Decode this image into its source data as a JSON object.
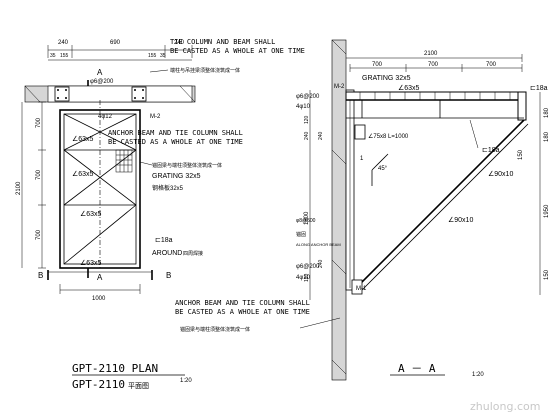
{
  "plan": {
    "top_dims": [
      "240",
      "690",
      "240",
      "35",
      "155",
      "155",
      "35"
    ],
    "section_A_top": "A",
    "tie_note_line1": "TIE COLUMN AND BEAM SHALL",
    "tie_note_line2": "BE CASTED AS A WHOLE AT ONE TIME",
    "cn_tie_note": "端柱与吊挂梁须整体浇筑成一体",
    "rebar_stirrup": "φ6@200",
    "rebar_main": "4φ12",
    "M2": "M-2",
    "left_dims": [
      "700",
      "700",
      "2100",
      "700"
    ],
    "angle_labels": [
      "∠63x5",
      "∠63x5",
      "∠63x5",
      "∠63x5"
    ],
    "anchor_note_line1": "ANCHOR BEAM AND TIE COLUMN SHALL",
    "anchor_note_line2": "BE CASTED AS A WHOLE AT ONE TIME",
    "cn_anchor_note": "锚固梁与端柱须整体浇筑成一体",
    "grating_label": "GRATING  32x5",
    "grating_cn": "钢格板32x5",
    "channel": "⊏18a",
    "around": "AROUND",
    "around_cn": "四周焊接",
    "section_B": "B",
    "bottom_dim": "1000",
    "section_A_bottom": "A",
    "title": "GPT-2110 PLAN",
    "subtitle": "GPT-2110",
    "subtitle_cn": "平面图",
    "scale": "1:20"
  },
  "section": {
    "top_dim": "2100",
    "sub_dims": [
      "700",
      "700",
      "700"
    ],
    "grating": "GRATING 32x5",
    "angle_top": "∠63x5",
    "channel_top": "⊏18a",
    "M2": "M-2",
    "right_dims": [
      "180",
      "180"
    ],
    "stirrup_top": "φ6@200",
    "bar_top": "4φ10",
    "left_dims": [
      "120",
      "240",
      "240",
      "1800",
      "240",
      "120"
    ],
    "angle_cleat": "∠75x8  L=1000",
    "channel_mid": "⊏18a",
    "dim_150": "150",
    "brace_1": "∠90x10",
    "angle_deg": "45°",
    "unit": "1",
    "stirrup_mid": "φ8@500",
    "anchor_tag": "锚固",
    "anchor_beam": "ALONG ANCHOR BEAM",
    "brace_2": "∠90x10",
    "right_dim_big": "1950",
    "right_dim_small": "150",
    "stirrup_bot": "φ6@200",
    "bar_bot": "4φ10",
    "M1": "M-1",
    "anchor_note_line1": "ANCHOR BEAM AND TIE COLUMN SHALL",
    "anchor_note_line2": "BE CASTED AS A WHOLE AT ONE TIME",
    "cn_anchor_note": "锚固梁与端柱须整体浇筑成一体",
    "title": "A － A",
    "scale": "1:20"
  },
  "watermark": "zhulong.com"
}
